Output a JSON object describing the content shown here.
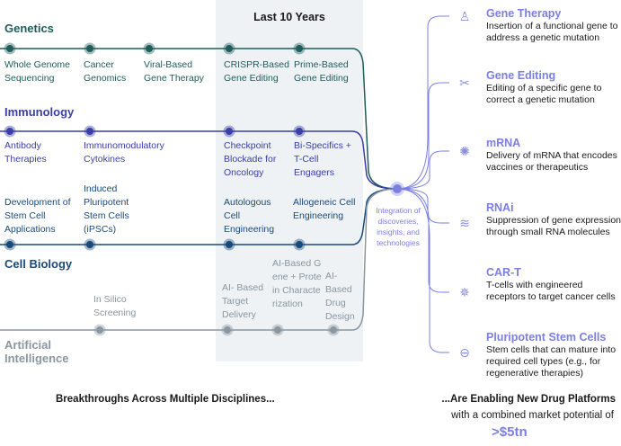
{
  "panel_title": "Last 10 Years",
  "colors": {
    "genetics": "#1f5c5a",
    "immunology": "#3a3fa6",
    "cell_biology": "#1a4a7a",
    "ai": "#8a96a0",
    "platform": "#7b7fe0"
  },
  "disciplines": [
    {
      "name": "Genetics",
      "items": [
        "Whole Genome Sequencing",
        "Cancer Genomics",
        "Viral-Based Gene Therapy",
        "CRISPR-Based Gene Editing",
        "Prime-Based Gene Editing"
      ]
    },
    {
      "name": "Immunology",
      "items": [
        "Antibody Therapies",
        "Immunomodulatory Cytokines",
        "Checkpoint Blockade for Oncology",
        "Bi-Specifics + T-Cell Engagers"
      ]
    },
    {
      "name": "Cell Biology",
      "items": [
        "Development of Stem Cell Applications",
        "Induced Pluripotent Stem Cells (iPSCs)",
        "Autologous Cell Engineering",
        "Allogeneic Cell Engineering"
      ]
    },
    {
      "name": "Artificial Intelligence",
      "items": [
        "In Silico Screening",
        "AI- Based Target Delivery",
        "AI-Based Gene + Protein Characterization",
        "AI-Based Drug Design"
      ]
    }
  ],
  "integration": "Integration of discoveries, insights, and technologies",
  "platforms": [
    {
      "title": "Gene Therapy",
      "desc": "Insertion of a functional gene to address a genetic mutation",
      "icon": "person-dna-icon"
    },
    {
      "title": "Gene Editing",
      "desc": "Editing of a specific gene to correct a genetic mutation",
      "icon": "dna-scissors-icon"
    },
    {
      "title": "mRNA",
      "desc": "Delivery of mRNA that encodes vaccines or therapeutics",
      "icon": "virus-icon"
    },
    {
      "title": "RNAi",
      "desc": "Suppression of gene expression through small RNA molecules",
      "icon": "rna-strand-icon"
    },
    {
      "title": "CAR-T",
      "desc": "T-cells with engineered receptors to target cancer cells",
      "icon": "t-cell-icon"
    },
    {
      "title": "Pluripotent Stem Cells",
      "desc": "Stem cells that can mature into required cell types (e.g., for regenerative therapies)",
      "icon": "petri-dish-icon"
    }
  ],
  "footer": {
    "left": "Breakthroughs Across Multiple Disciplines...",
    "right1": "...Are Enabling New Drug Platforms",
    "right2": "with a combined market potential of",
    "value": ">$5tn"
  }
}
